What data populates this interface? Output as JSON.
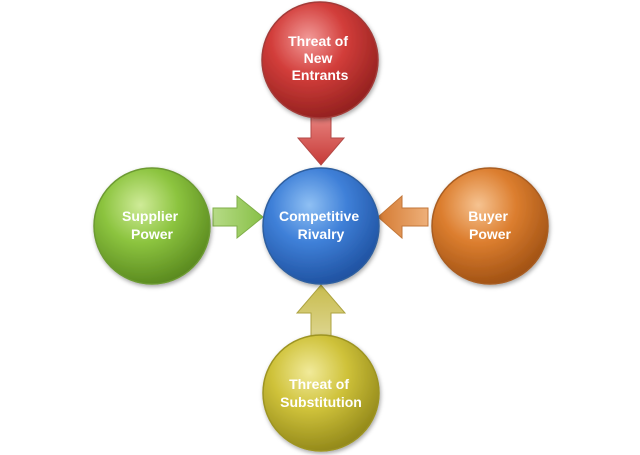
{
  "diagram": {
    "center": {
      "lines": [
        "Competitive",
        "Rivalry"
      ],
      "color": "#3a78d4"
    },
    "top": {
      "lines": [
        "Threat of",
        "New",
        "Entrants"
      ],
      "color": "#cc3a3a"
    },
    "left": {
      "lines": [
        "Supplier",
        "Power"
      ],
      "color": "#84bf3c"
    },
    "right": {
      "lines": [
        "Buyer",
        "Power"
      ],
      "color": "#d97a2e"
    },
    "bottom": {
      "lines": [
        "Threat of",
        "Substitution"
      ],
      "color": "#c9bd35"
    }
  }
}
